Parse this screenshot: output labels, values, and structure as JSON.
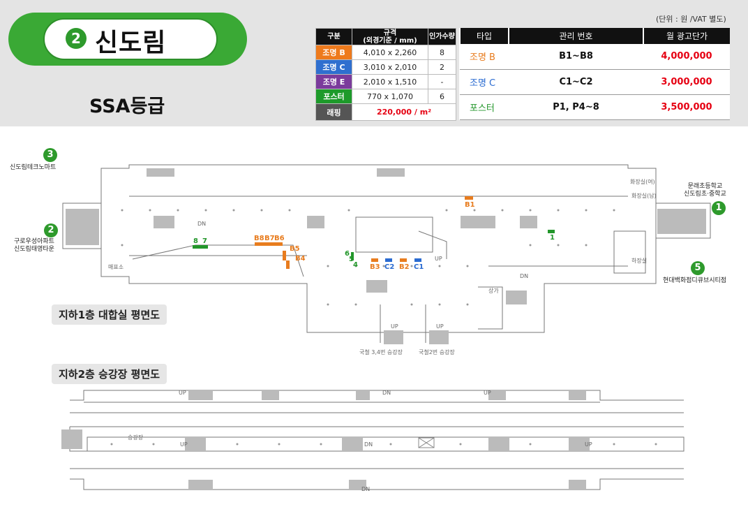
{
  "header": {
    "station_number": "2",
    "station_name": "신도림",
    "grade": "SSA등급",
    "unit_note": "(단위 : 원 /VAT 별도)"
  },
  "spec_table": {
    "headers": [
      "구분",
      "규격\n(외경기준 / mm)",
      "인가수량"
    ],
    "rows": [
      {
        "type": "조명 B",
        "size": "4,010 x 2,260",
        "qty": "8",
        "color": "#ee7a1c"
      },
      {
        "type": "조명 C",
        "size": "3,010 x 2,010",
        "qty": "2",
        "color": "#2f6fcf"
      },
      {
        "type": "조명 E",
        "size": "2,010 x 1,510",
        "qty": "-",
        "color": "#7b3b9c"
      },
      {
        "type": "포스터",
        "size": "770 x 1,070",
        "qty": "6",
        "color": "#1d9a2a"
      }
    ],
    "wrap_label": "래핑",
    "wrap_price": "220,000 / m²",
    "wrap_color": "#555555"
  },
  "price_table": {
    "headers": [
      "타입",
      "관리 번호",
      "월 광고단가"
    ],
    "rows": [
      {
        "type": "조명 B",
        "code": "B1~B8",
        "price": "4,000,000",
        "color": "#e87c1e"
      },
      {
        "type": "조명 C",
        "code": "C1~C2",
        "price": "3,000,000",
        "color": "#2a6bd1"
      },
      {
        "type": "포스터",
        "code": "P1, P4~8",
        "price": "3,500,000",
        "color": "#22962a"
      }
    ]
  },
  "exits": [
    {
      "num": "3",
      "label": "신도림테크노마트"
    },
    {
      "num": "2",
      "label": "구로우성아파트\n신도림태영타운"
    },
    {
      "num": "1",
      "label": "문래초등학교\n신도림초·중학교"
    },
    {
      "num": "5",
      "label": "현대백화점디큐브시티점"
    }
  ],
  "floors": {
    "b1_label": "지하1층 대합실 평면도",
    "b2_label": "지하2층 승강장 평면도"
  },
  "markers": {
    "b1": "B1",
    "b8": "B8",
    "b7": "B7",
    "b6": "B6",
    "b5": "B5",
    "b4": "B4",
    "b3": "B3",
    "b2": "B2",
    "c1": "C1",
    "c2": "C2",
    "p1": "1",
    "p8": "8",
    "p7": "7",
    "p6": "6",
    "p5": "5",
    "p4": "4"
  },
  "plan_texts": {
    "ticket": "매표소",
    "shop": "상가",
    "storage": "하장실",
    "women_toilet": "화장실(여)",
    "men_toilet": "화장실(남)",
    "exit_34": "국철 3,4번 승강장",
    "exit_2": "국철2번 승강장",
    "platform": "승강장",
    "up": "UP",
    "dn": "DN"
  },
  "colors": {
    "header_bg": "#e4e4e4",
    "green": "#3aa935",
    "orange": "#e87c1e",
    "blue": "#2a6bd1",
    "red": "#e60012"
  }
}
